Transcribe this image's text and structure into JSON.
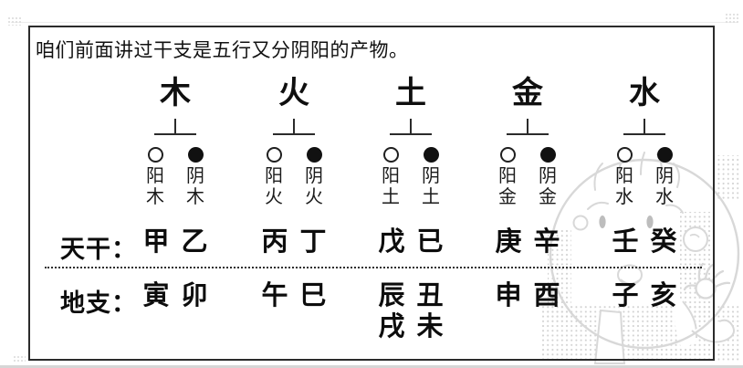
{
  "intro": "咱们前面讲过干支是五行又分阴阳的产物。",
  "row_labels": {
    "heavenly_stems": "天干：",
    "earthly_branches": "地支："
  },
  "columns": [
    {
      "element": "木",
      "yang_label": "阳木",
      "yin_label": "阴木",
      "stems": [
        "甲",
        "乙"
      ],
      "branches": [
        [
          "寅",
          "卯"
        ]
      ]
    },
    {
      "element": "火",
      "yang_label": "阳火",
      "yin_label": "阴火",
      "stems": [
        "丙",
        "丁"
      ],
      "branches": [
        [
          "午",
          "巳"
        ]
      ]
    },
    {
      "element": "土",
      "yang_label": "阳土",
      "yin_label": "阴土",
      "stems": [
        "戊",
        "已"
      ],
      "branches": [
        [
          "辰",
          "丑"
        ],
        [
          "戌",
          "未"
        ]
      ]
    },
    {
      "element": "金",
      "yang_label": "阳金",
      "yin_label": "阴金",
      "stems": [
        "庚",
        "辛"
      ],
      "branches": [
        [
          "申",
          "酉"
        ]
      ]
    },
    {
      "element": "水",
      "yang_label": "阳水",
      "yin_label": "阴水",
      "stems": [
        "壬",
        "癸"
      ],
      "branches": [
        [
          "子",
          "亥"
        ]
      ]
    }
  ],
  "icons": {
    "yang": "hollow-circle ○",
    "yin": "filled-circle ●",
    "watermark": "cartoon-boy-line-art"
  },
  "colors": {
    "text": "#151515",
    "border": "#2b2b2b",
    "watermark_line": "#d8d8d8",
    "halftone_dot": "#d2d2d2"
  }
}
